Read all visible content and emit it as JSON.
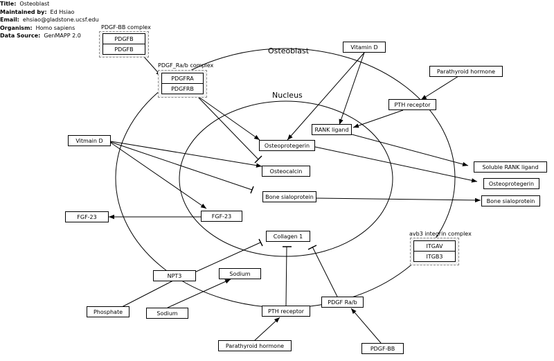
{
  "header": {
    "title_key": "Title:",
    "title": "Osteoblast",
    "maintainer_key": "Maintained by:",
    "maintainer": "Ed Hsiao",
    "email_key": "Email:",
    "email": "ehsiao@gladstone.ucsf.edu",
    "organism_key": "Organism:",
    "organism": "Homo sapiens",
    "source_key": "Data Source:",
    "source": "GenMAPP 2.0"
  },
  "compartments": {
    "cell": "Osteoblast",
    "nucleus": "Nucleus"
  },
  "complexes": {
    "pdgf_bb": {
      "label": "PDGF-BB complex",
      "members": [
        "PDGFB",
        "PDGFB"
      ]
    },
    "pdgf_rab": {
      "label": "PDGF_Ra/b complex",
      "members": [
        "PDGFRA",
        "PDGFRB"
      ]
    },
    "avb3": {
      "label": "avb3 integrin complex",
      "members": [
        "ITGAV",
        "ITGB3"
      ]
    }
  },
  "nodes": {
    "vitamin_d_top": "Vitamin D",
    "parathyroid_top": "Parathyroid hormone",
    "pth_receptor_top": "PTH receptor",
    "rank_ligand": "RANK ligand",
    "osteoprotegerin_in": "Osteoprotegerin",
    "osteocalcin": "Osteocalcin",
    "bone_sialo_in": "Bone sialoprotein",
    "fgf23_in": "FGF-23",
    "fgf23_out": "FGF-23",
    "vitmain_d": "Vitmain D",
    "soluble_rank": "Soluble RANK ligand",
    "osteoprotegerin_out": "Osteoprotegerin",
    "bone_sialo_out": "Bone sialoprotein",
    "collagen": "Collagen 1",
    "npt3": "NPT3",
    "sodium_in": "Sodium",
    "phosphate": "Phosphate",
    "sodium_out": "Sodium",
    "pth_receptor_bottom": "PTH receptor",
    "pdgf_rab_node": "PDGF Ra/b",
    "parathyroid_bottom": "Parathyroid hormone",
    "pdgf_bb_node": "PDGF-BB"
  }
}
